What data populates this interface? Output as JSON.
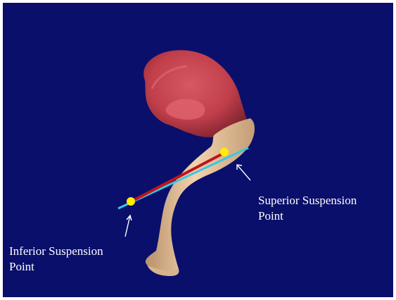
{
  "labels": {
    "inferior": {
      "line1": "Inferior Suspension",
      "line2": "Point"
    },
    "superior": {
      "line1": "Superior Suspension",
      "line2": "Point"
    }
  },
  "colors": {
    "background": "#0a0f6b",
    "ventricle": "#c8444f",
    "aorta": "#e8c49a",
    "suspension_line": "#c0141a",
    "axis_line": "#38c8e0",
    "suspension_point": "#ffee00",
    "label_text": "#ffffff"
  }
}
